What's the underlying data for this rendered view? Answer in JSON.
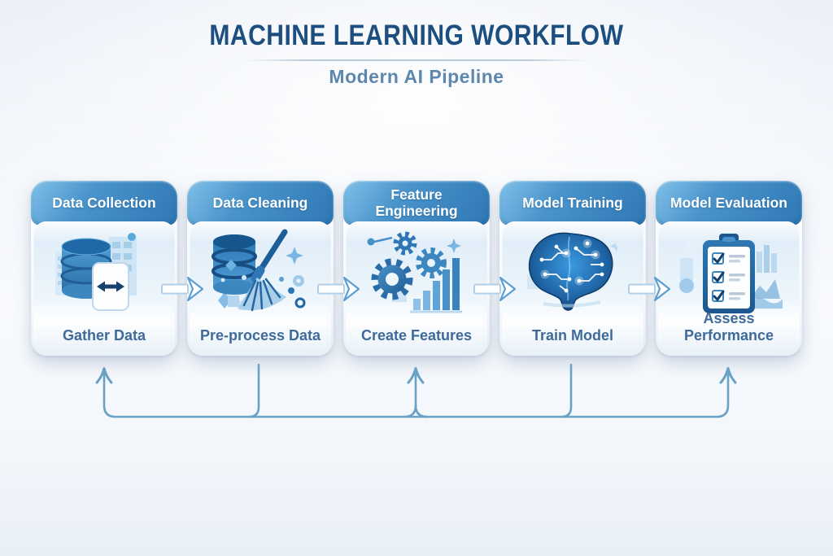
{
  "header": {
    "title": "MACHINE LEARNING WORKFLOW",
    "subtitle": "Modern AI Pipeline"
  },
  "stages": [
    {
      "title": "Data Collection",
      "label": "Gather Data",
      "icon": "database-transfer-icon"
    },
    {
      "title": "Data Cleaning",
      "label": "Pre-process Data",
      "icon": "database-broom-icon"
    },
    {
      "title": "Feature Engineering",
      "label": "Create Features",
      "icon": "gears-bar-chart-icon"
    },
    {
      "title": "Model Training",
      "label": "Train Model",
      "icon": "circuit-brain-icon"
    },
    {
      "title": "Model Evaluation",
      "label": "Assess Performance",
      "icon": "checklist-clipboard-icon"
    }
  ],
  "flow": {
    "forward_connector_count": 4,
    "feedback_loops": [
      {
        "from": "Data Cleaning",
        "to": "Data Collection"
      },
      {
        "from": "Model Training",
        "to": "Feature Engineering"
      },
      {
        "from": "Model Training",
        "to": "Model Evaluation"
      }
    ]
  },
  "colors": {
    "title_navy": "#1d4e80",
    "subtitle_blue": "#5e87ae",
    "header_blue_light": "#7fc0e8",
    "header_blue_dark": "#2e77b4",
    "stage_label_blue": "#3e6a99",
    "feedback_line_blue": "#6ba1c6",
    "background_tint": "#e9eef7"
  }
}
